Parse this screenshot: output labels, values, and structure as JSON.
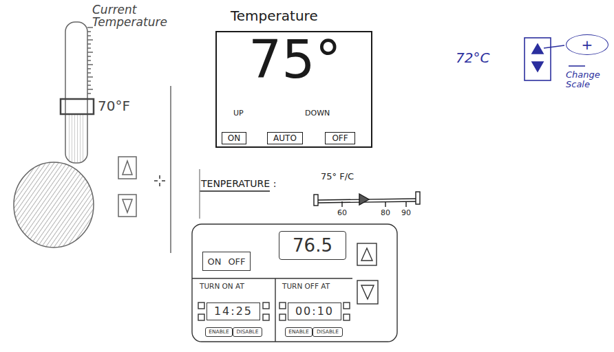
{
  "diagram": {
    "nodes": [
      {
        "text": [
          "Temperature",
          "75°",
          "UP",
          "DOWN"
        ]
      },
      {
        "text": [
          "ON"
        ],
        "in": 0
      },
      {
        "text": [
          "AUTO"
        ],
        "in": 0
      },
      {
        "text": [
          "OFF"
        ],
        "in": 0
      },
      {
        "text": [
          "+"
        ]
      },
      {
        "text": [
          "ON",
          "OFF"
        ]
      },
      {
        "text": [
          "76.5"
        ]
      },
      {
        "text": [
          "TURN ON AT"
        ]
      },
      {
        "text": [
          "14:25"
        ],
        "in": 7
      },
      {
        "text": [
          "ENABLE"
        ],
        "in": 7
      },
      {
        "text": [
          "DISABLE"
        ],
        "in": 7
      },
      {
        "text": [
          "TURN OFF AT"
        ]
      },
      {
        "text": [
          "00:10"
        ],
        "in": 11
      },
      {
        "text": [
          "ENABLE"
        ],
        "in": 11
      },
      {
        "text": [
          "DISABLE"
        ],
        "in": 11
      }
    ],
    "labels": [
      "Current Temperature",
      "70°F",
      "72°C",
      "Change Scale",
      "TENPERATURE :",
      "75° F/C",
      "60",
      "80",
      "90"
    ]
  }
}
